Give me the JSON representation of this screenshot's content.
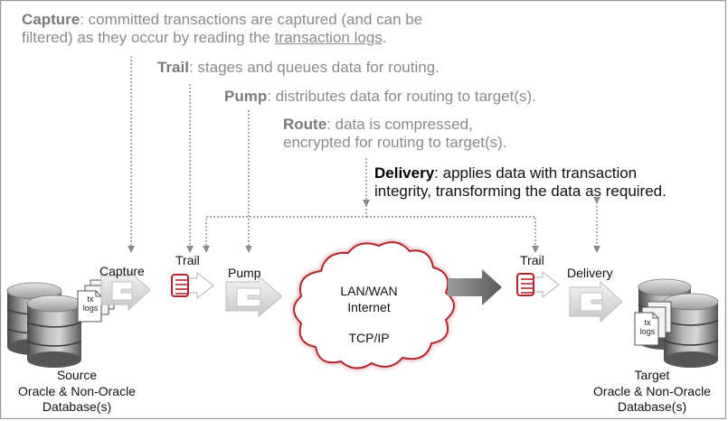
{
  "callouts": {
    "capture": {
      "term": "Capture",
      "line1": ": committed transactions are captured (and can be",
      "line2_prefix": "filtered) as they occur by reading the ",
      "line2_link": "transaction logs",
      "line2_suffix": "."
    },
    "trail": {
      "term": "Trail",
      "text": ": stages and queues data for routing."
    },
    "pump": {
      "term": "Pump",
      "text": ": distributes data for routing to target(s)."
    },
    "route": {
      "term": "Route",
      "line1": ": data is compressed,",
      "line2": "encrypted for routing to target(s)."
    },
    "delivery": {
      "term": "Delivery",
      "line1": ": applies data with transaction",
      "line2": "integrity, transforming the data as required."
    }
  },
  "components": {
    "capture": "Capture",
    "trail_source": "Trail",
    "pump": "Pump",
    "trail_target": "Trail",
    "delivery": "Delivery"
  },
  "cloud": {
    "line1": "LAN/WAN",
    "line2": "Internet",
    "line3": "TCP/IP"
  },
  "source": {
    "line1": "Source",
    "line2": "Oracle & Non-Oracle",
    "line3": "Database(s)",
    "doc_line1": "tx",
    "doc_line2": "logs"
  },
  "target": {
    "line1": "Target",
    "line2": "Oracle & Non-Oracle",
    "line3": "Database(s)",
    "doc_line1": "tx",
    "doc_line2": "logs"
  },
  "colors": {
    "cloud_border": "#b4252b",
    "trail_red": "#b4252b",
    "gray_text": "#8b8b8b",
    "arrow_dark": "#6b6b6b"
  }
}
